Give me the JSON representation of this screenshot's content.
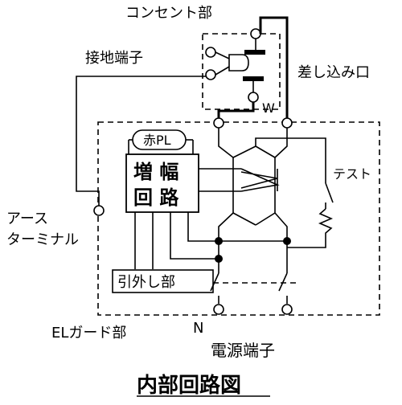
{
  "labels": {
    "outlet_section": "コンセント部",
    "ground_terminal": "接地端子",
    "insertion_port": "差し込み口",
    "w_terminal": "W",
    "red_pl": "赤PL",
    "amp_line1": "増 幅",
    "amp_line2": "回 路",
    "test": "テスト",
    "earth_line1": "アース",
    "earth_line2": "ターミナル",
    "trip_section": "引外し部",
    "el_guard": "ELガード部",
    "n_terminal": "N",
    "power_terminal": "電源端子",
    "caption": "内部回路図"
  }
}
